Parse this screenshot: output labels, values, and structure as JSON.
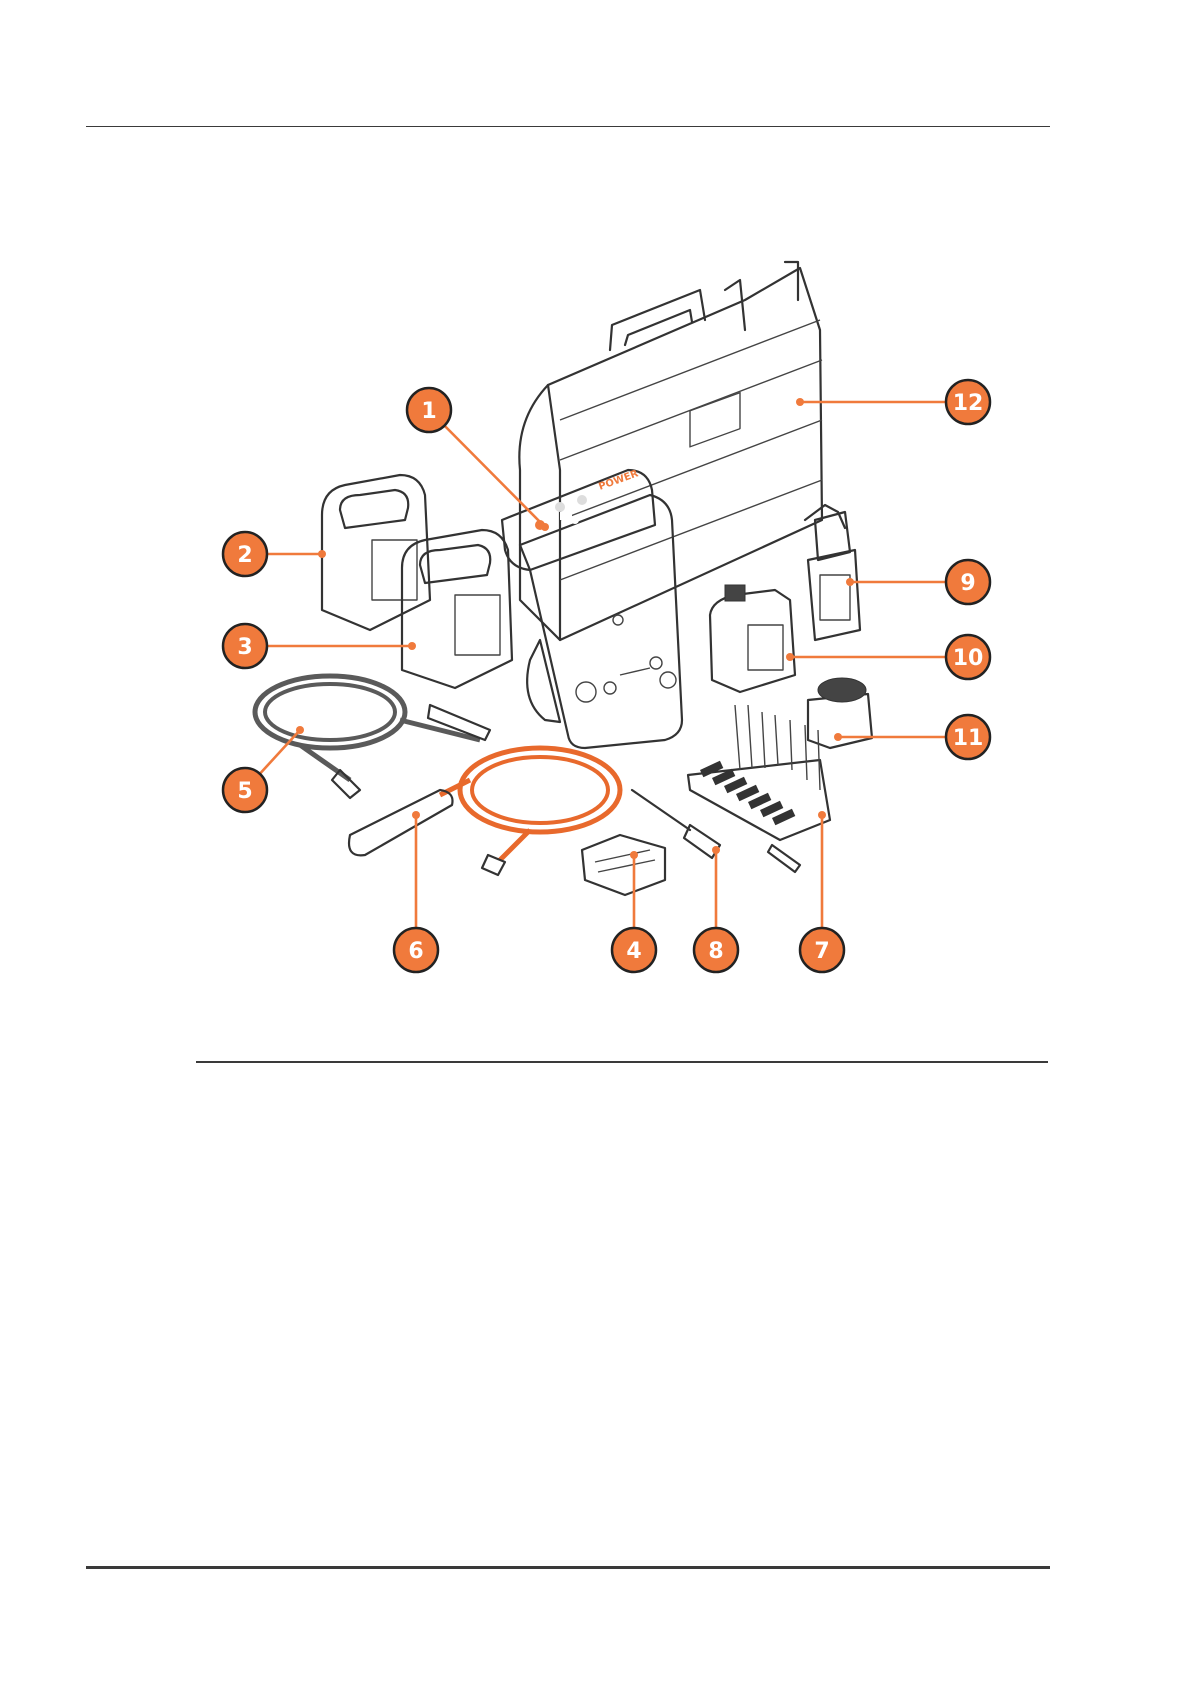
{
  "page": {
    "header_rule": true,
    "footer_rule": true
  },
  "colors": {
    "accent": "#f07a3c",
    "ink": "#333333",
    "cable_orange": "#e8692c",
    "cable_grey": "#5a5a5a"
  },
  "figure": {
    "callouts": [
      {
        "id": "1",
        "label": "1"
      },
      {
        "id": "2",
        "label": "2"
      },
      {
        "id": "3",
        "label": "3"
      },
      {
        "id": "4",
        "label": "4"
      },
      {
        "id": "5",
        "label": "5"
      },
      {
        "id": "6",
        "label": "6"
      },
      {
        "id": "7",
        "label": "7"
      },
      {
        "id": "8",
        "label": "8"
      },
      {
        "id": "9",
        "label": "9"
      },
      {
        "id": "10",
        "label": "10"
      },
      {
        "id": "11",
        "label": "11"
      },
      {
        "id": "12",
        "label": "12"
      }
    ],
    "device_brand": "POWER"
  }
}
